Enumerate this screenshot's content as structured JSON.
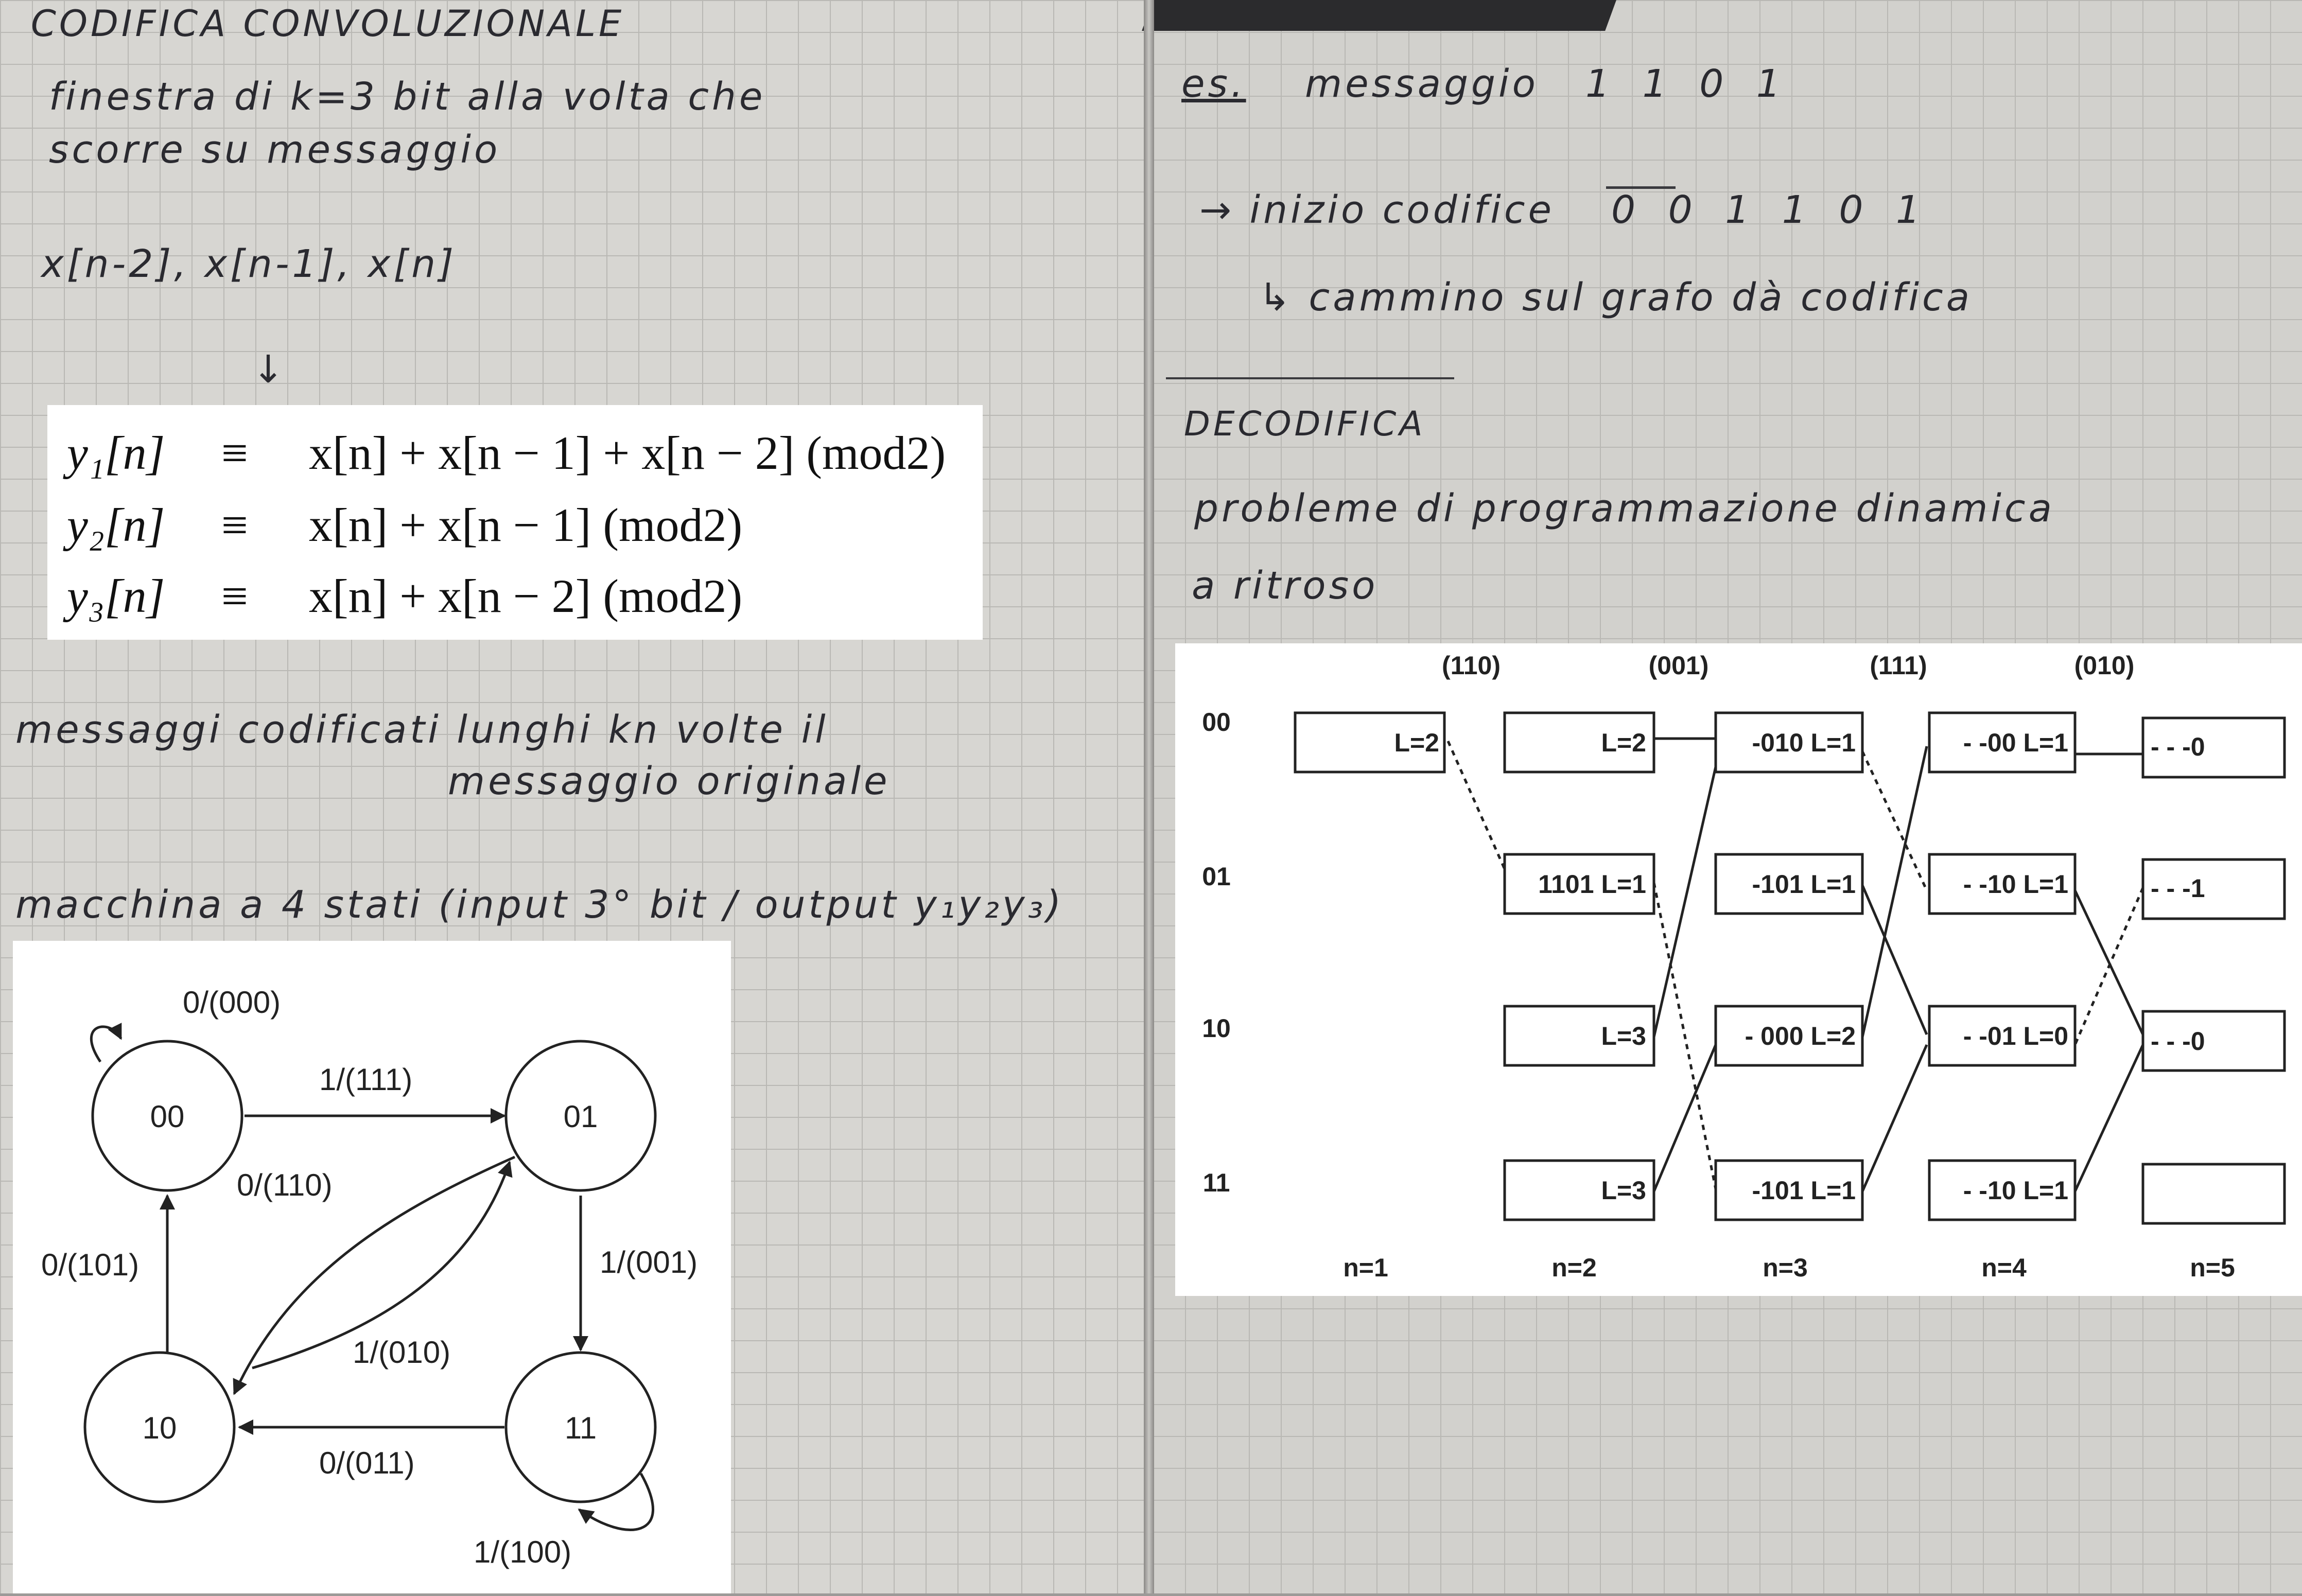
{
  "left_page": {
    "title": "CODIFICA CONVOLUZIONALE",
    "line1": "finestra di k=3 bit alla volta che",
    "line2": "scorre su messaggio",
    "window": "x[n-2], x[n-1], x[n]",
    "arrow": "↓",
    "equations": [
      {
        "lhs": "y₁[n]",
        "eq": "≡",
        "rhs": "x[n] + x[n − 1] + x[n − 2] (mod2)"
      },
      {
        "lhs": "y₂[n]",
        "eq": "≡",
        "rhs": "x[n] + x[n − 1] (mod2)"
      },
      {
        "lhs": "y₃[n]",
        "eq": "≡",
        "rhs": "x[n] + x[n − 2] (mod2)"
      }
    ],
    "line3": "messaggi codificati lunghi kn volte il",
    "line4": "messaggio originale",
    "line5": "macchina a 4 stati (input 3° bit / output y₁y₂y₃)"
  },
  "state_diagram": {
    "states": [
      "00",
      "01",
      "10",
      "11"
    ],
    "labels": {
      "s00_self": "0/(000)",
      "s00_s01": "1/(111)",
      "s01_s10": "0/(110)",
      "s10_s00": "0/(101)",
      "s01_s11": "1/(001)",
      "s10_s01": "1/(010)",
      "s11_s10": "0/(011)",
      "s11_self": "1/(100)"
    }
  },
  "right_page": {
    "es_label": "es.",
    "es_text": "messaggio",
    "message": "1 1 0 1",
    "line_inizio": "→ inizio codifice",
    "inizio_bits": "0 0 1 1 0 1",
    "line_cammino": "↳ cammino sul grafo dà codifica",
    "decodifica": "DECODIFICA",
    "line_problema": "probleme di programmazione dinamica",
    "line_ritroso": "a ritroso"
  },
  "trellis": {
    "received": [
      "(110)",
      "(001)",
      "(111)",
      "(010)"
    ],
    "row_labels": [
      "00",
      "01",
      "10",
      "11"
    ],
    "col_labels": [
      "n=1",
      "n=2",
      "n=3",
      "n=4",
      "n=5"
    ],
    "boxes": {
      "c1_r00": "L=2",
      "c2_r00": "L=2",
      "c2_r01": "1101 L=1",
      "c2_r10": "L=3",
      "c2_r11": "L=3",
      "c3_r00": "-010  L=1",
      "c3_r01": "-101   L=1",
      "c3_r10": "- 000  L=2",
      "c3_r11": "-101  L=1",
      "c4_r00": "- -00  L=1",
      "c4_r01": "- -10  L=1",
      "c4_r10": "- -01  L=0",
      "c4_r11": "- -10  L=1",
      "c5_r00": "- - -0",
      "c5_r01": "- - -1",
      "c5_r10": "- - -0",
      "c5_r11": ""
    }
  }
}
